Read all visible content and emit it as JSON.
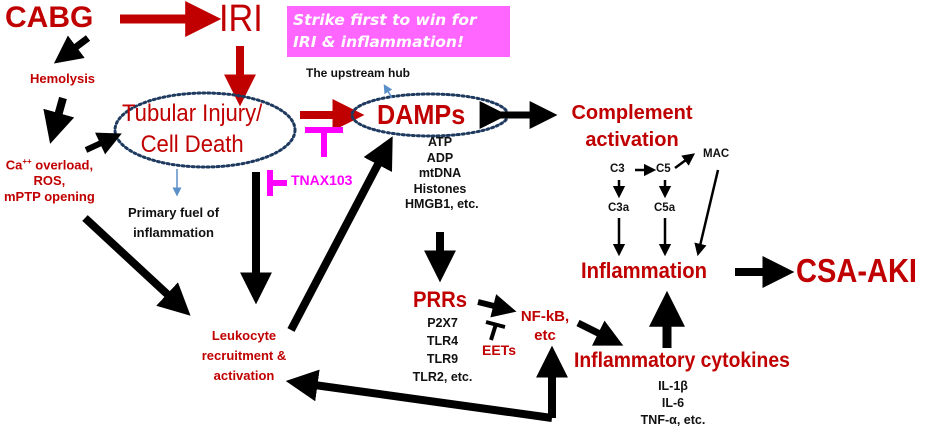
{
  "colors": {
    "primary_red": "#c00000",
    "arrow_black": "#000000",
    "inhibitor_magenta": "#ff00ff",
    "callout_bg": "#ff66ff",
    "ellipse_border": "#1f3a5f",
    "thin_arrow_blue": "#5b8fc9"
  },
  "callout": {
    "line1": "Strike first to win for",
    "line2": "IRI & inflammation!"
  },
  "nodes": {
    "cabg": "CABG",
    "iri": "IRI",
    "hemolysis": "Hemolysis",
    "ca_overload": {
      "line1_prefix": "Ca",
      "line1_sup": "++",
      "line1_suffix": " overload,",
      "line2": "ROS,",
      "line3": "mPTP opening"
    },
    "tubular_injury": {
      "line1": "Tubular Injury/",
      "line2": "Cell Death"
    },
    "primary_fuel": {
      "line1": "Primary fuel of",
      "line2": "inflammation"
    },
    "upstream_hub": "The upstream hub",
    "damps": "DAMPs",
    "damps_list": [
      "ATP",
      "ADP",
      "mtDNA",
      "Histones",
      "HMGB1, etc."
    ],
    "tnax103": "TNAX103",
    "complement": {
      "line1": "Complement",
      "line2": "activation"
    },
    "complement_cascade": {
      "c3": "C3",
      "c5": "C5",
      "mac": "MAC",
      "c3a": "C3a",
      "c5a": "C5a"
    },
    "inflammation": "Inflammation",
    "csa_aki": "CSA-AKI",
    "leukocyte": {
      "line1": "Leukocyte",
      "line2": "recruitment &",
      "line3": "activation"
    },
    "prrs": "PRRs",
    "prrs_list": [
      "P2X7",
      "TLR4",
      "TLR9",
      "TLR2, etc."
    ],
    "eets": "EETs",
    "nfkb": {
      "line1": "NF-kB,",
      "line2": "etc"
    },
    "cytokines": "Inflammatory cytokines",
    "cytokines_list": [
      "IL-1β",
      "IL-6",
      "TNF-α, etc."
    ]
  }
}
